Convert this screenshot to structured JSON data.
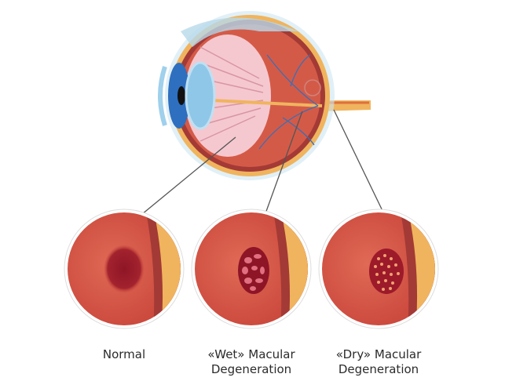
{
  "labels": {
    "normal": "Normal",
    "wet_line1": "«Wet» Macular",
    "wet_line2": "Degeneration",
    "dry_line1": "«Dry» Macular",
    "dry_line2": "Degeneration"
  },
  "colors": {
    "retina": "#d9574a",
    "macula": "#9c1a2a",
    "choroid": "#a33a35",
    "sclera_layer": "#f0b45e",
    "eye_body": "#c9463d",
    "lens": "#8fc7e8",
    "pointer_line": "#555555"
  }
}
